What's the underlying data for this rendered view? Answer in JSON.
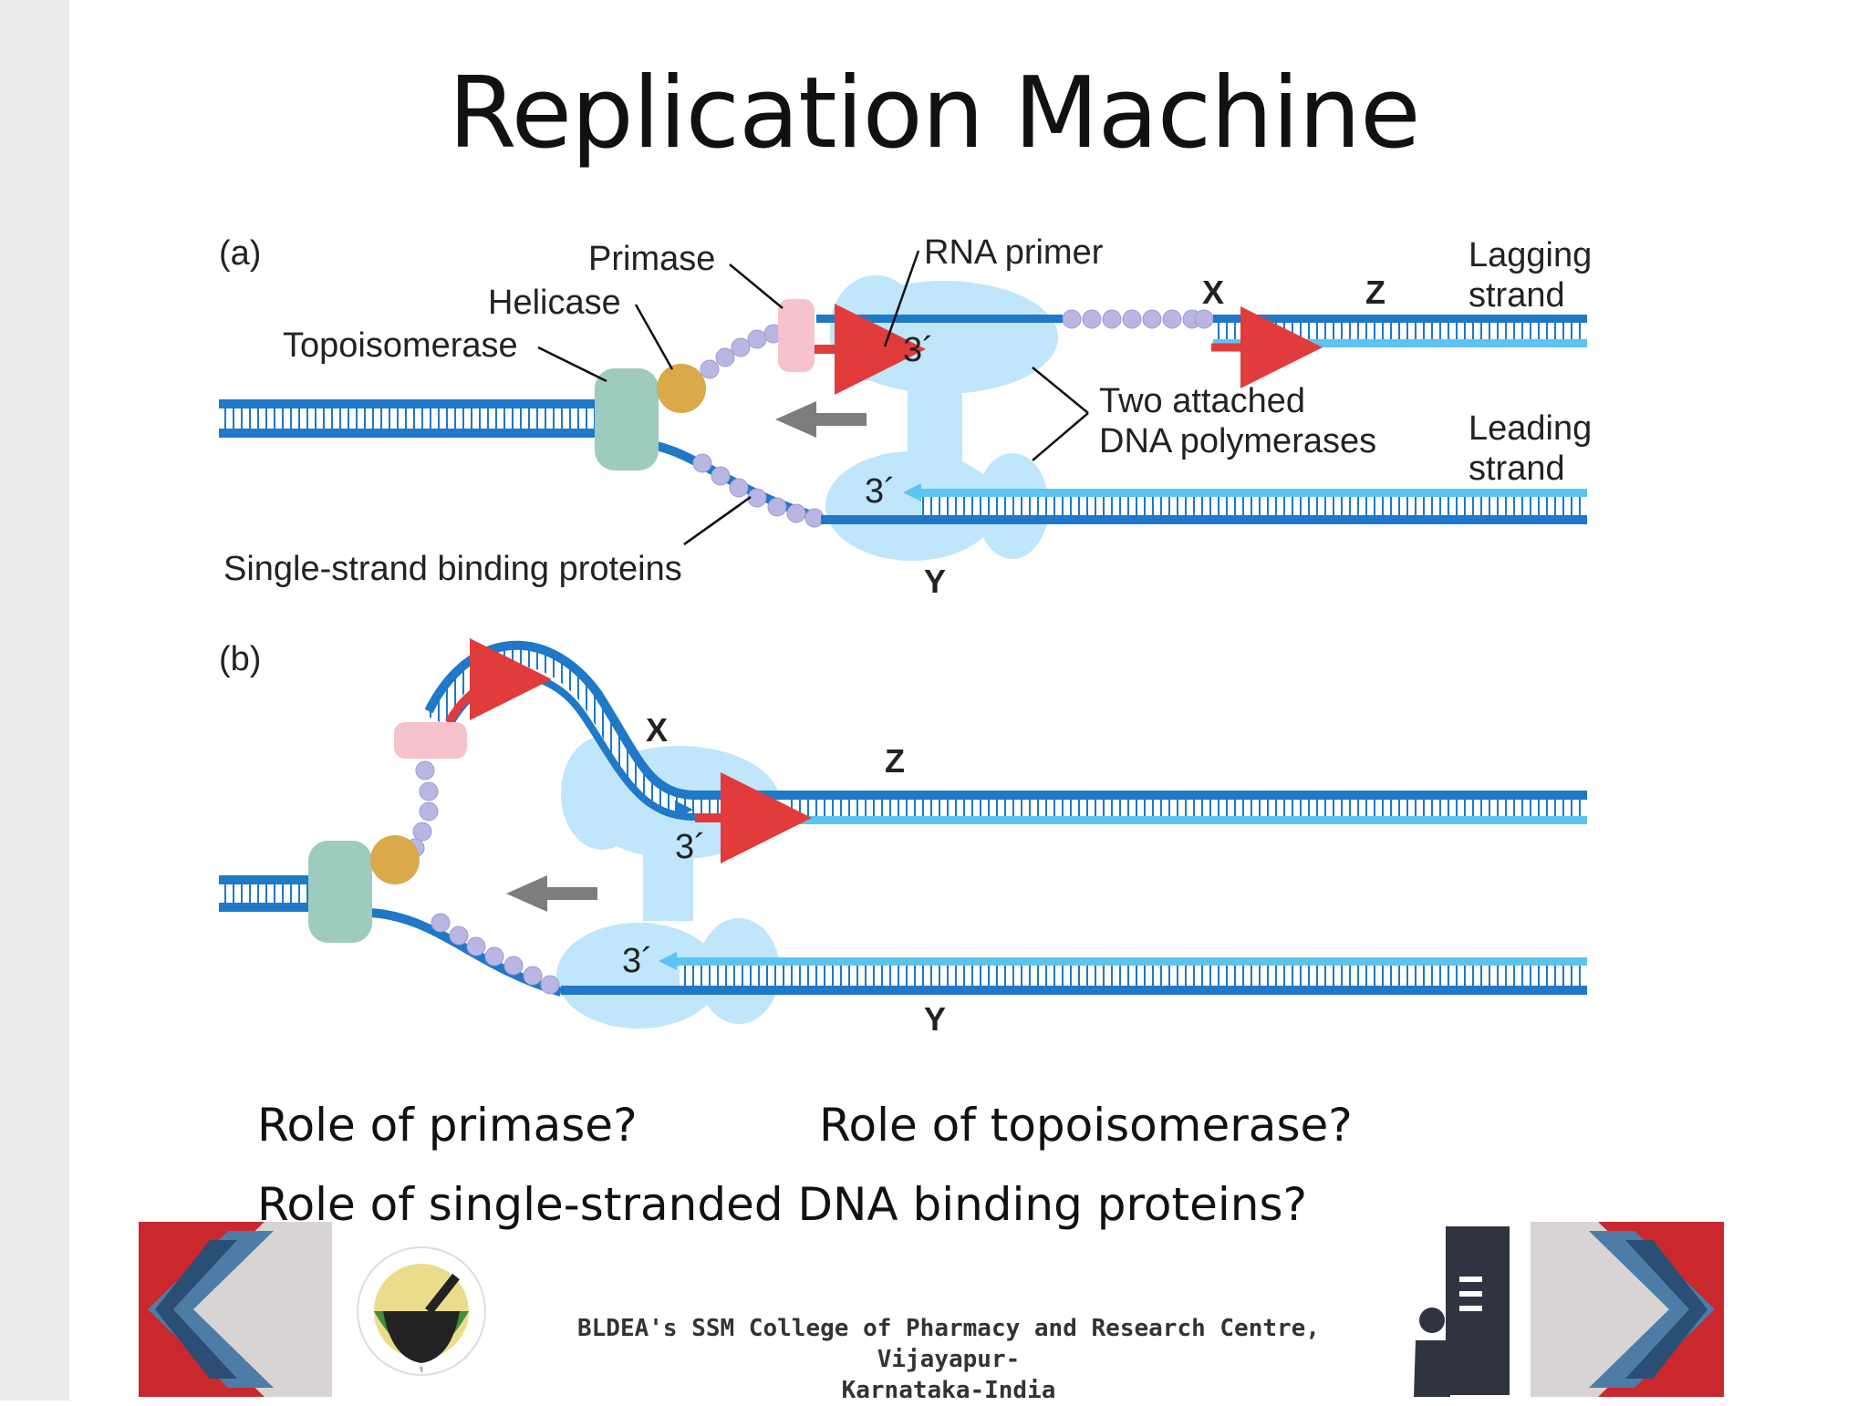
{
  "slide": {
    "title": "Replication Machine"
  },
  "panel_a": {
    "label": "(a)",
    "labels": {
      "primase": "Primase",
      "helicase": "Helicase",
      "topoisomerase": "Topoisomerase",
      "rna_primer": "RNA primer",
      "x": "X",
      "z": "Z",
      "y": "Y",
      "prime3_top": "3´",
      "prime3_bottom": "3´",
      "lagging_1": "Lagging",
      "lagging_2": "strand",
      "leading_1": "Leading",
      "leading_2": "strand",
      "polymerase_1": "Two attached",
      "polymerase_2": "DNA polymerases",
      "ssb": "Single-strand binding proteins"
    }
  },
  "panel_b": {
    "label": "(b)",
    "labels": {
      "x": "X",
      "z": "Z",
      "y": "Y",
      "prime3_top": "3´",
      "prime3_bottom": "3´"
    }
  },
  "questions": {
    "primase": "Role of primase?",
    "topoisomerase": "Role of topoisomerase?",
    "ssb": "Role of single-stranded DNA binding proteins?"
  },
  "footer": {
    "line1": "BLDEA's SSM College of Pharmacy and Research Centre, Vijayapur-",
    "line2": "Karnataka-India"
  },
  "colors": {
    "dark_strand": "#1f78c8",
    "light_strand": "#5cc4f0",
    "primer": "#e23b3b",
    "polymerase": "#bfe6fa",
    "topoisomerase": "#9dcbbd",
    "helicase": "#d9a94a",
    "primase": "#f6c2cc",
    "ssb": "#b9b6e3"
  },
  "icons": {
    "prev": "chevron-left-icon",
    "next": "chevron-right-icon",
    "logo": "college-logo-icon",
    "mascot": "book-person-icon"
  }
}
